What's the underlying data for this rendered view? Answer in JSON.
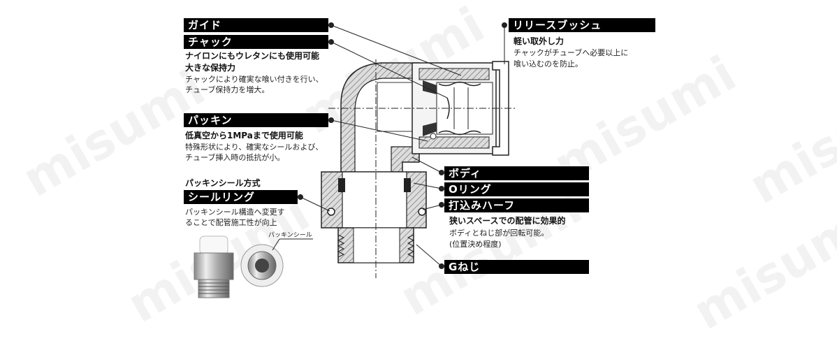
{
  "watermark": "misumi",
  "labels": {
    "guide": "ガイド",
    "chuck": "チャック",
    "release_bush": "リリースブッシュ",
    "packing": "パッキン",
    "body": "ボディ",
    "o_ring": "Oリング",
    "drive_half": "打込みハーフ",
    "seal_ring": "シールリング",
    "g_thread": "Gねじ"
  },
  "texts": {
    "chuck_head": "ナイロンにもウレタンにも使用可能",
    "chuck_head2": "大きな保持力",
    "chuck_desc1": "チャックにより確実な喰い付きを行い、",
    "chuck_desc2": "チューブ保持力を増大。",
    "release_head": "軽い取外し力",
    "release_desc1": "チャックがチューブへ必要以上に",
    "release_desc2": "喰い込むのを防止。",
    "packing_head": "低真空から1MPaまで使用可能",
    "packing_desc1": "特殊形状により、確実なシールおよび、",
    "packing_desc2": "チューブ挿入時の抵抗が小。",
    "seal_method": "パッキンシール方式",
    "seal_desc1": "パッキンシール構造へ変更す",
    "seal_desc2": "ることで配管施工性が向上",
    "drive_head": "狭いスペースでの配管に効果的",
    "drive_desc1": "ボディとねじ部が回転可能。",
    "drive_desc2": "(位置決め程度)",
    "photo_caption": "パッキンシール"
  },
  "colors": {
    "label_bg": "#000000",
    "label_fg": "#ffffff",
    "hatch": "#555555"
  }
}
